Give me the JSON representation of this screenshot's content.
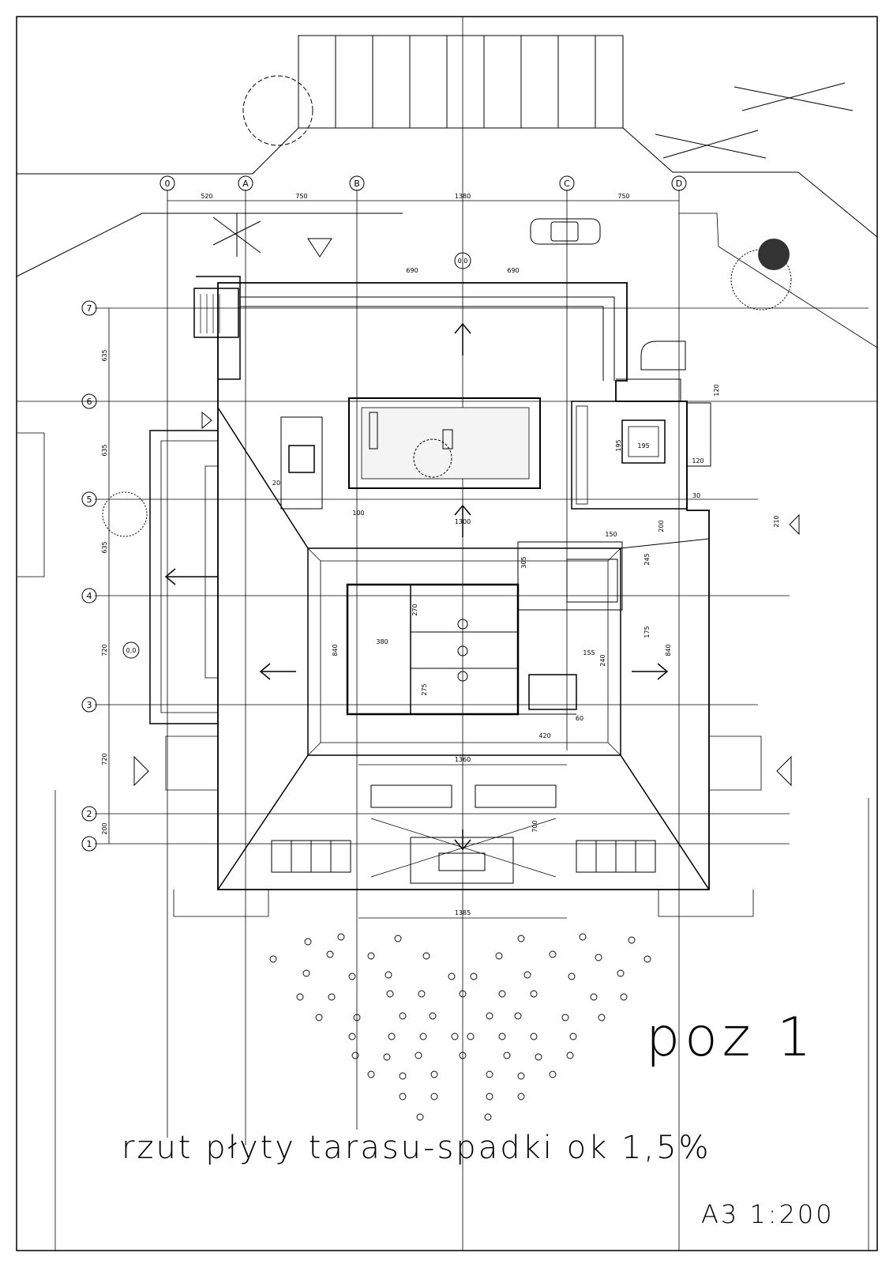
{
  "title": "poz 1",
  "caption": "rzut płyty tarasu-spadki ok 1,5%",
  "scale": "A3 1:200",
  "column_axes": [
    {
      "label": "0"
    },
    {
      "label": "A"
    },
    {
      "label": "B"
    },
    {
      "label": "C"
    },
    {
      "label": "D"
    }
  ],
  "row_axes": [
    {
      "label": "7"
    },
    {
      "label": "6"
    },
    {
      "label": "5"
    },
    {
      "label": "4"
    },
    {
      "label": "3"
    },
    {
      "label": "2"
    },
    {
      "label": "1"
    }
  ],
  "top_dimensions": [
    "520",
    "750",
    "1380",
    "750"
  ],
  "left_dimensions": [
    "635",
    "635",
    "635",
    "720",
    "720",
    "200"
  ],
  "upper_dimensions": [
    "690",
    "690"
  ],
  "level_marks": [
    "0,0",
    "0,0"
  ],
  "dimensions": {
    "d1300": "1300",
    "d100": "100",
    "d380": "380",
    "d840a": "840",
    "d840b": "840",
    "d275": "275",
    "d270": "270",
    "d420": "420",
    "d1360": "1360",
    "d1385": "1385",
    "d700": "700",
    "d195a": "195",
    "d195b": "195",
    "d120a": "120",
    "d120b": "120",
    "d150": "150",
    "d200": "200",
    "d210": "210",
    "d245": "245",
    "d175": "175",
    "d240": "240",
    "d155": "155",
    "d30": "30",
    "d20": "20",
    "d60": "60",
    "d305": "305"
  }
}
